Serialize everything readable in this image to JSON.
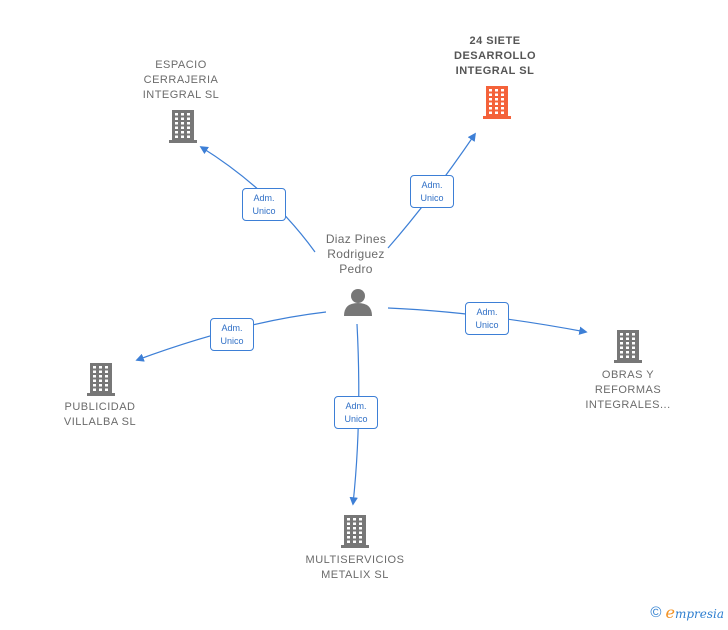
{
  "person": {
    "name": "Diaz Pines\nRodriguez\nPedro",
    "icon": "person-icon"
  },
  "companies": [
    {
      "id": "espacio",
      "name": "ESPACIO\nCERRAJERIA\nINTEGRAL  SL",
      "icon": "building-icon",
      "color": "#777777",
      "highlight": false
    },
    {
      "id": "siete",
      "name": "24 SIETE\nDESARROLLO\nINTEGRAL  SL",
      "icon": "building-icon",
      "color": "#f4623a",
      "highlight": true
    },
    {
      "id": "obras",
      "name": "OBRAS Y\nREFORMAS\nINTEGRALES...",
      "icon": "building-icon",
      "color": "#777777",
      "highlight": false
    },
    {
      "id": "multiservicios",
      "name": "MULTISERVICIOS\nMETALIX  SL",
      "icon": "building-icon",
      "color": "#777777",
      "highlight": false
    },
    {
      "id": "publicidad",
      "name": "PUBLICIDAD\nVILLALBA  SL",
      "icon": "building-icon",
      "color": "#777777",
      "highlight": false
    }
  ],
  "relations": [
    {
      "target": "espacio",
      "role_line1": "Adm.",
      "role_line2": "Unico"
    },
    {
      "target": "siete",
      "role_line1": "Adm.",
      "role_line2": "Unico"
    },
    {
      "target": "obras",
      "role_line1": "Adm.",
      "role_line2": "Unico"
    },
    {
      "target": "multiservicios",
      "role_line1": "Adm.",
      "role_line2": "Unico"
    },
    {
      "target": "publicidad",
      "role_line1": "Adm.",
      "role_line2": "Unico"
    }
  ],
  "colors": {
    "edge": "#3d7fd6",
    "node": "#777777",
    "highlight": "#f4623a"
  },
  "footer": {
    "copyright": "©",
    "brand_first": "e",
    "brand_rest": "mpresia"
  }
}
